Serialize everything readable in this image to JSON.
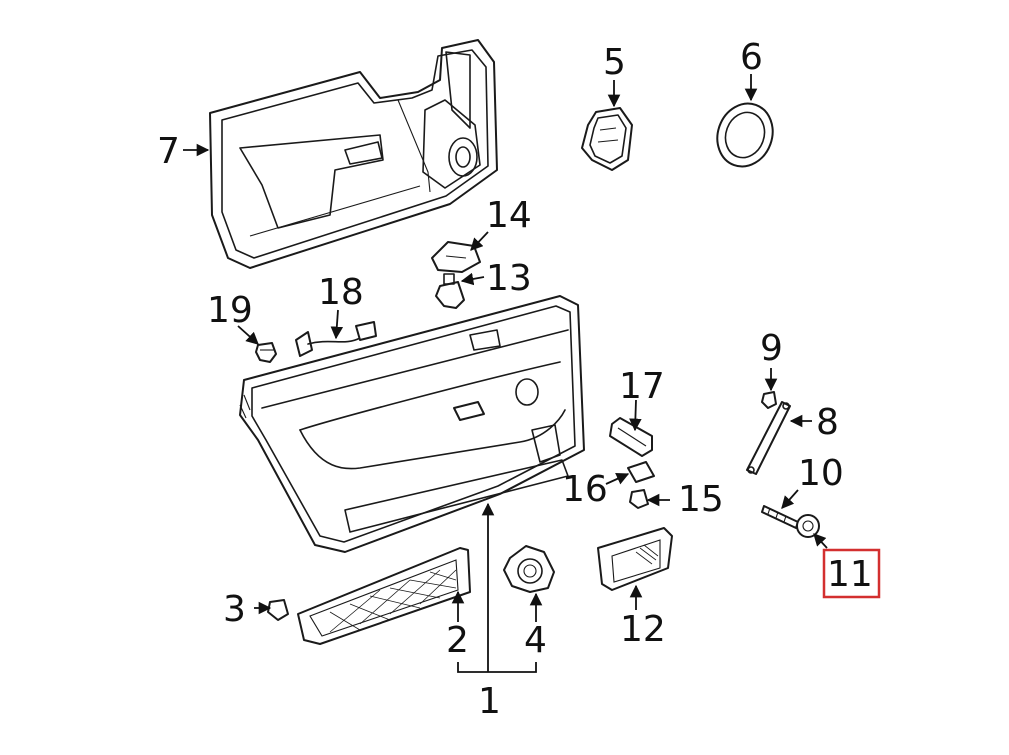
{
  "diagram": {
    "callouts": {
      "c1": "1",
      "c2": "2",
      "c3": "3",
      "c4": "4",
      "c5": "5",
      "c6": "6",
      "c7": "7",
      "c8": "8",
      "c9": "9",
      "c10": "10",
      "c11": "11",
      "c12": "12",
      "c13": "13",
      "c14": "14",
      "c15": "15",
      "c16": "16",
      "c17": "17",
      "c18": "18",
      "c19": "19"
    },
    "highlighted_callout": "11",
    "colors": {
      "linework": "#1a1a1a",
      "highlight": "#d32f2f",
      "background": "#ffffff"
    }
  }
}
